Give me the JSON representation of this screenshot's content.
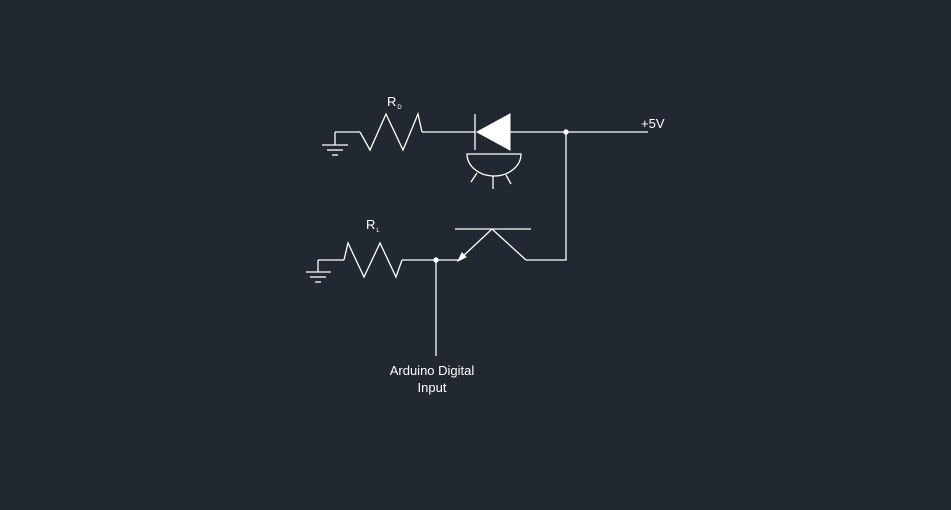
{
  "labels": {
    "rd_main": "R",
    "rd_sub": "D",
    "rl_main": "R",
    "rl_sub": "L",
    "supply": "+5V",
    "output_line1": "Arduino Digital",
    "output_line2": "Input"
  },
  "colors": {
    "background": "#222831",
    "foreground": "#ffffff"
  }
}
